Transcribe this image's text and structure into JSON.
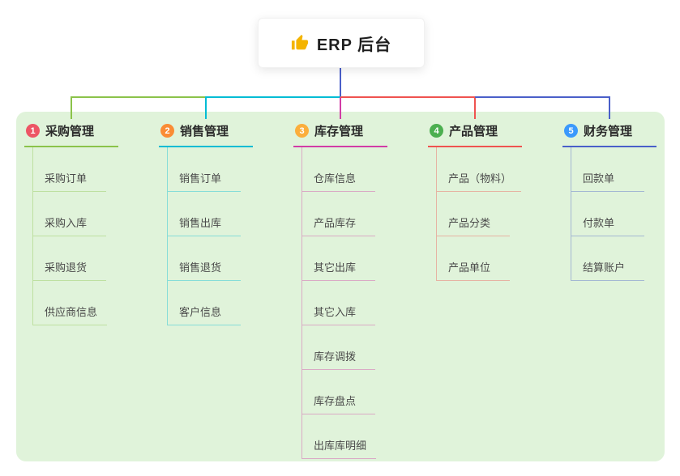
{
  "root": {
    "title": "ERP 后台",
    "icon": "thumbs-up-icon",
    "connector_color": "#4a5fc9"
  },
  "canvas": {
    "background_color": "#e0f3da",
    "node_background": "#ffffff",
    "thumb_color": "#f4b400"
  },
  "branches": [
    {
      "number": "1",
      "label": "采购管理",
      "color": "#8bc34a",
      "badge_color": "#ed5565",
      "items": [
        "采购订单",
        "采购入库",
        "采购退货",
        "供应商信息"
      ]
    },
    {
      "number": "2",
      "label": "销售管理",
      "color": "#00bcd4",
      "badge_color": "#fa8c35",
      "items": [
        "销售订单",
        "销售出库",
        "销售退货",
        "客户信息"
      ]
    },
    {
      "number": "3",
      "label": "库存管理",
      "color": "#d23ca6",
      "badge_color": "#fbae3c",
      "items": [
        "仓库信息",
        "产品库存",
        "其它出库",
        "其它入库",
        "库存调拨",
        "库存盘点",
        "出库库明细"
      ]
    },
    {
      "number": "4",
      "label": "产品管理",
      "color": "#ef5350",
      "badge_color": "#4caf50",
      "items": [
        "产品（物料）",
        "产品分类",
        "产品单位"
      ]
    },
    {
      "number": "5",
      "label": "财务管理",
      "color": "#4a5fc9",
      "badge_color": "#3b99fc",
      "items": [
        "回款单",
        "付款单",
        "结算账户"
      ]
    }
  ]
}
